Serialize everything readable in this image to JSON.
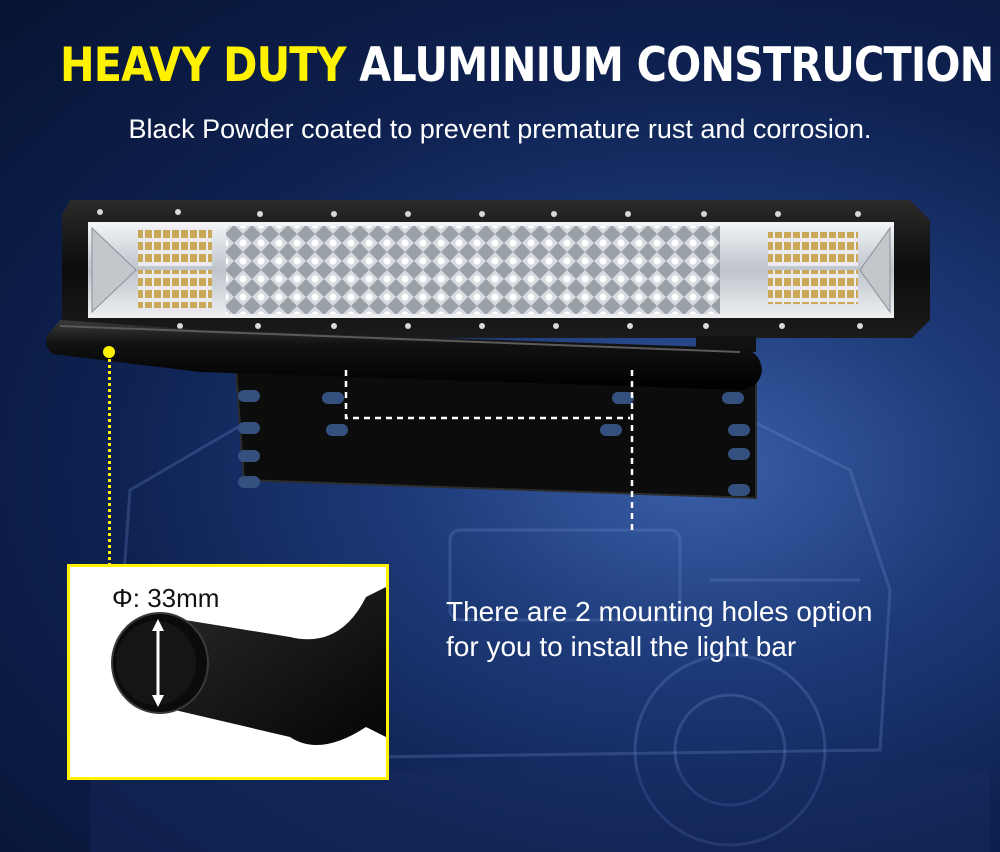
{
  "headline": {
    "highlight": "HEAVY DUTY",
    "rest": "ALUMINIUM CONSTRUCTION",
    "highlight_color": "#fff200"
  },
  "subtitle": "Black Powder coated to prevent premature rust and corrosion.",
  "detail": {
    "diameter_label": "Φ: 33mm"
  },
  "caption": {
    "line1": "There are 2 mounting holes option",
    "line2": "for you to install the light bar"
  },
  "colors": {
    "background": "#0e2150",
    "accent": "#fff200",
    "text": "#ffffff"
  }
}
